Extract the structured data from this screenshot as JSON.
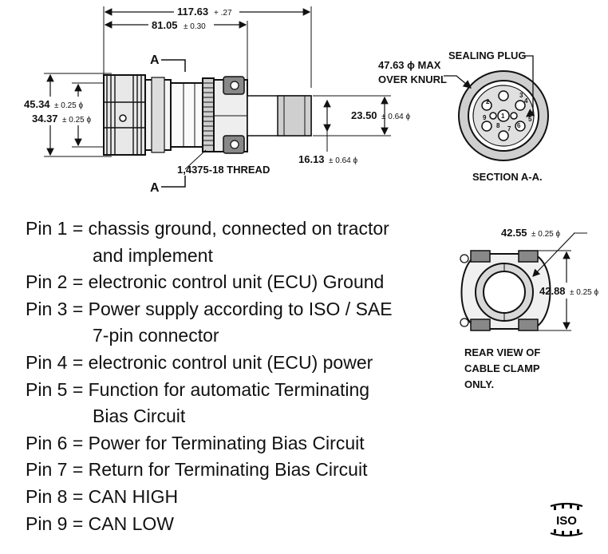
{
  "top_dims": {
    "overall": "117.63 + .27",
    "overall_main": "117.63",
    "overall_tol": "+ .27",
    "body": "81.05",
    "body_tol": "± 0.30"
  },
  "left_dims": {
    "outer": "45.34",
    "outer_tol": "± 0.25 ϕ",
    "inner": "34.37",
    "inner_tol": "± 0.25 ϕ"
  },
  "section_marks": {
    "top": "A",
    "bottom": "A"
  },
  "right_dims": {
    "tube": "23.50",
    "tube_tol": "± 0.64 ϕ",
    "clamp": "16.13",
    "clamp_tol": "± 0.64 ϕ"
  },
  "thread_label": "1,4375-18 THREAD",
  "section_view": {
    "knurl_line1": "47.63 ϕ MAX",
    "knurl_line2": "OVER KNURL",
    "sealing_plug": "SEALING PLUG",
    "caption": "SECTION A-A.",
    "pin_numbers": [
      "1",
      "2",
      "3",
      "4",
      "5",
      "6",
      "7",
      "8",
      "9"
    ]
  },
  "clamp_view": {
    "width": "42.55",
    "width_tol": "± 0.25 ϕ",
    "height": "42.88",
    "height_tol": "± 0.25 ϕ",
    "caption_lines": [
      "REAR VIEW OF",
      "CABLE CLAMP",
      "ONLY."
    ]
  },
  "pins": [
    {
      "label": "Pin 1 = chassis ground, connected  on tractor",
      "cont": "and implement"
    },
    {
      "label": "Pin 2 = electronic control unit (ECU) Ground",
      "cont": ""
    },
    {
      "label": "Pin 3 = Power supply according to ISO / SAE",
      "cont": "7-pin connector"
    },
    {
      "label": "Pin 4 = electronic control unit (ECU) power",
      "cont": ""
    },
    {
      "label": "Pin 5 = Function for automatic Terminating",
      "cont": "Bias Circuit"
    },
    {
      "label": "Pin 6 = Power for Terminating Bias Circuit",
      "cont": ""
    },
    {
      "label": "Pin 7 = Return for Terminating Bias Circuit",
      "cont": ""
    },
    {
      "label": "Pin 8 = CAN HIGH",
      "cont": ""
    },
    {
      "label": "Pin 9 = CAN LOW",
      "cont": ""
    }
  ],
  "logo_text": "ISO"
}
